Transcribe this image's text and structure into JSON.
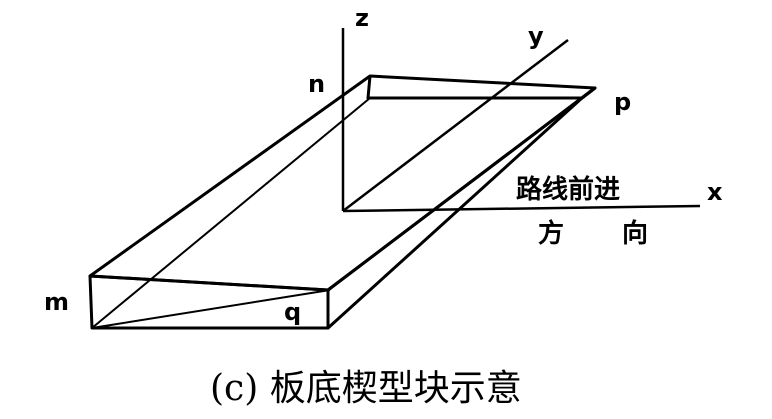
{
  "labels": {
    "axis_z": "z",
    "axis_y": "y",
    "axis_x": "x",
    "corner_n": "n",
    "corner_p": "p",
    "corner_m": "m",
    "corner_q": "q",
    "direction_line1": "路线前进",
    "direction_line2_a": "方",
    "direction_line2_b": "向"
  },
  "caption": "(c) 板底楔型块示意"
}
